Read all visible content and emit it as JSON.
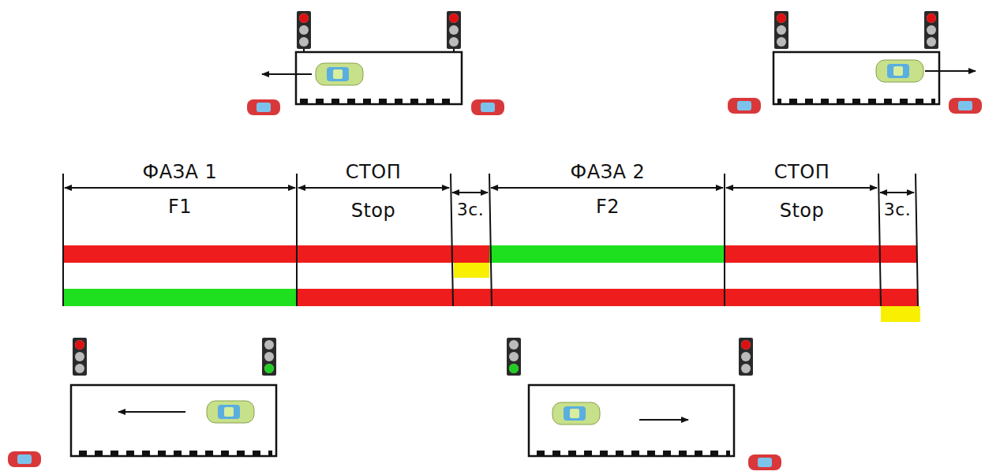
{
  "diagram": {
    "labels": [
      "ФАЗА 1",
      "F1",
      "СТОП",
      "Stop",
      "3с.",
      "ФАЗА 2",
      "F2",
      "СТОП",
      "Stop",
      "3с."
    ]
  }
}
